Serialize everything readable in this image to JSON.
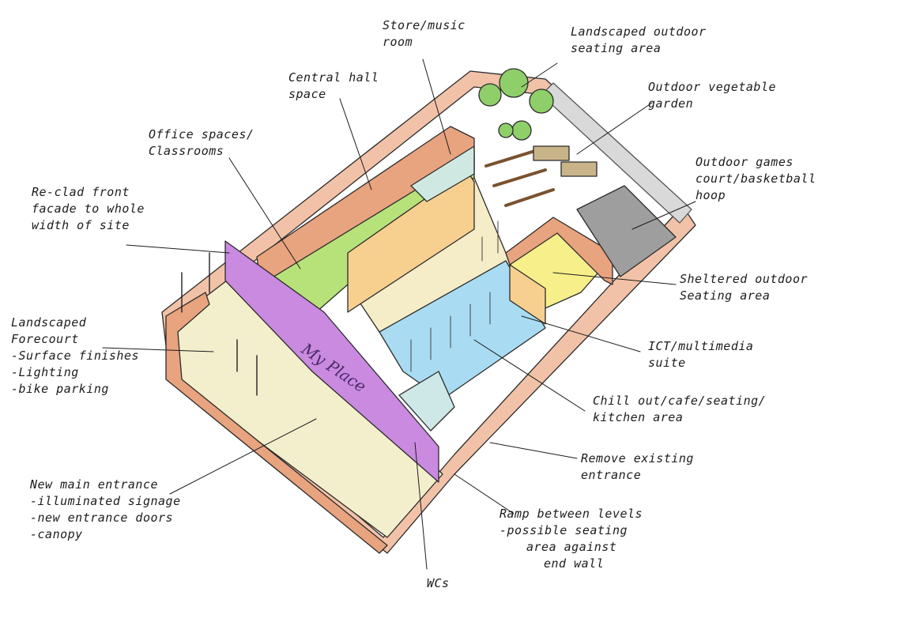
{
  "labels": {
    "store_music": [
      "Store/music",
      "room"
    ],
    "landscaped_seating": [
      "Landscaped outdoor",
      "seating area"
    ],
    "central_hall": [
      "Central hall",
      "space"
    ],
    "vegetable_garden": [
      "Outdoor vegetable",
      "garden"
    ],
    "office_classrooms": [
      "Office spaces/",
      "Classrooms"
    ],
    "games_court": [
      "Outdoor games",
      "court/basketball",
      "hoop"
    ],
    "reclad_facade": [
      "Re-clad front",
      "facade to whole",
      "width of site"
    ],
    "sheltered_seating": [
      "Sheltered outdoor",
      "Seating area"
    ],
    "forecourt": [
      "Landscaped",
      "Forecourt",
      "-Surface finishes",
      "-Lighting",
      "-bike parking"
    ],
    "ict_suite": [
      "ICT/multimedia",
      "suite"
    ],
    "chill_out": [
      "Chill out/cafe/seating/",
      "kitchen area"
    ],
    "remove_entrance": [
      "Remove existing",
      "entrance"
    ],
    "main_entrance": [
      "New main entrance",
      "-illuminated signage",
      "-new entrance doors",
      "-canopy"
    ],
    "ramp": [
      "Ramp between levels",
      "-possible seating",
      "area against",
      "end wall"
    ],
    "wcs": [
      "WCs"
    ]
  },
  "signage": "My Place",
  "colors": {
    "wall_pink": "#f2c2a8",
    "wall_salmon": "#e8a37f",
    "cladding_purple": "#c98ae0",
    "office_green": "#b7e27a",
    "hall_cream": "#f5ecc8",
    "cafe_blue": "#a9dcf2",
    "ict_yellow": "#f6ef8a",
    "court_grey": "#9e9e9e",
    "tree_green": "#8fcf6a",
    "forecourt_cream": "#f3efcc",
    "hall_orange": "#f7cf8f"
  }
}
